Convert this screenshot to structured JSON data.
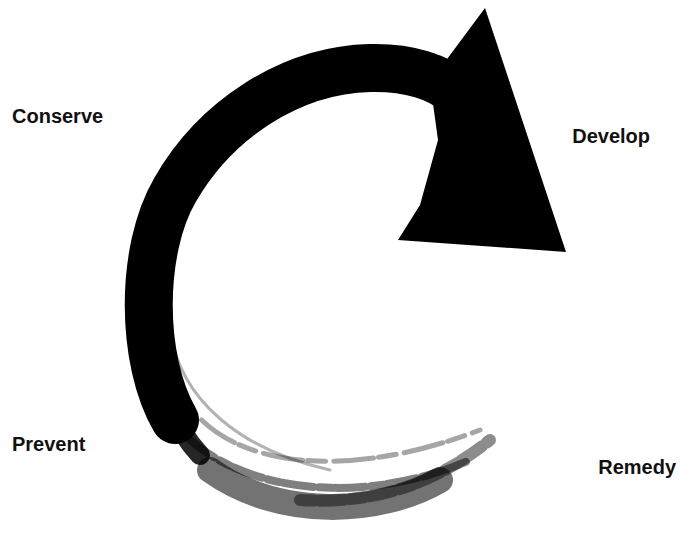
{
  "diagram": {
    "labels": [
      "Conserve",
      "Develop",
      "Prevent",
      "Remedy"
    ]
  }
}
